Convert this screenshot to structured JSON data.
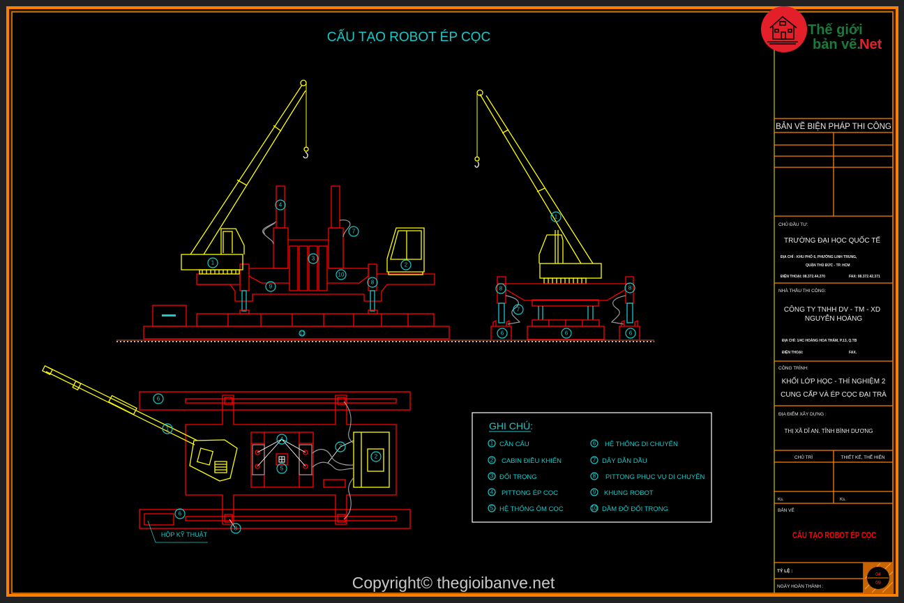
{
  "drawing_title": "CẤU TẠO ROBOT ÉP CỌC",
  "logo": {
    "line1": "Thế giới",
    "line2": "bản vẽ.",
    "line3": "Net"
  },
  "callouts": {
    "n1": "1",
    "n2": "2",
    "n3": "3",
    "n4": "4",
    "n5": "5",
    "n6": "6",
    "n7": "7",
    "n8": "8",
    "n9": "9",
    "n10": "10",
    "n11": "11"
  },
  "plan_label": "HỘP KỸ THUẬT",
  "legend": {
    "title": "GHI CHÚ:",
    "items": [
      {
        "num": "1",
        "label": "CẦN CẨU"
      },
      {
        "num": "2",
        "label": "CABIN ĐIỀU KHIỂN"
      },
      {
        "num": "3",
        "label": "ĐỐI TRỌNG"
      },
      {
        "num": "4",
        "label": "PITTONG ÉP CỌC"
      },
      {
        "num": "5",
        "label": "HỆ THỐNG ÔM CỌC"
      },
      {
        "num": "6",
        "label": "HỆ THỐNG DI CHUYỂN"
      },
      {
        "num": "7",
        "label": "DÂY DẪN DẦU"
      },
      {
        "num": "8",
        "label": "PITTONG PHỤC VỤ DI CHUYỂN"
      },
      {
        "num": "9",
        "label": "KHUNG ROBOT"
      },
      {
        "num": "10",
        "label": "DẦM ĐỠ ĐỐI TRỌNG"
      }
    ]
  },
  "title_block": {
    "header": "BẢN VẼ BIỆN PHÁP THI CÔNG",
    "owner_label": "CHỦ ĐẦU TƯ:",
    "owner": "TRƯỜNG ĐẠI HỌC QUỐC TẾ",
    "owner_address_1": "ĐỊA CHỈ    : KHU PHỐ 6, PHƯỜNG LINH TRUNG,",
    "owner_address_2": "QUẬN THỦ ĐỨC - TP. HCM",
    "owner_phone": "ĐIỆN THOẠI: 08.372.44.270",
    "owner_fax": "FAX: 08.372.42.371",
    "contractor_label": "NHÀ THẦU THI CÔNG:",
    "contractor_1": "CÔNG TY TNHH DV - TM - XD",
    "contractor_2": "NGUYỄN HOÀNG",
    "contractor_address": "ĐỊA CHỈ: 1/4C HOÀNG HOA THÁM, P.13, Q.TB",
    "contractor_phone": "ĐIỆN THOẠI:",
    "contractor_fax": "FAX.",
    "project_label": "CÔNG TRÌNH:",
    "project_1": "KHỐI LỚP HỌC - THÍ NGHIỆM 2",
    "project_2": "CUNG CẤP VÀ ÉP CỌC ĐẠI TRÀ",
    "location_label": "ĐỊA ĐIỂM XÂY DỰNG :",
    "location": "THỊ XÃ DĨ AN. TỈNH BÌNH DƯƠNG",
    "lead_label": "CHỦ TRÌ",
    "design_label": "THIẾT KẾ, THỂ HIỆN",
    "ks_1": "Ks.",
    "ks_2": "Ks.",
    "sheet_label": "BẢN VẼ",
    "sheet_title": "CẤU TẠO ROBOT ÉP CỌC",
    "scale_label": "TỶ LỆ :",
    "date_label": "NGÀY HOÀN THÀNH :",
    "sheet_no": "04",
    "sheet_total": "09"
  },
  "copyright": "Copyright© thegioibanve.net",
  "colors": {
    "frame": "#ff7f00",
    "structure": "#ff0000",
    "crane": "#ffff00",
    "annotation": "#17c9c9",
    "sheet_title": "#ff0000"
  }
}
